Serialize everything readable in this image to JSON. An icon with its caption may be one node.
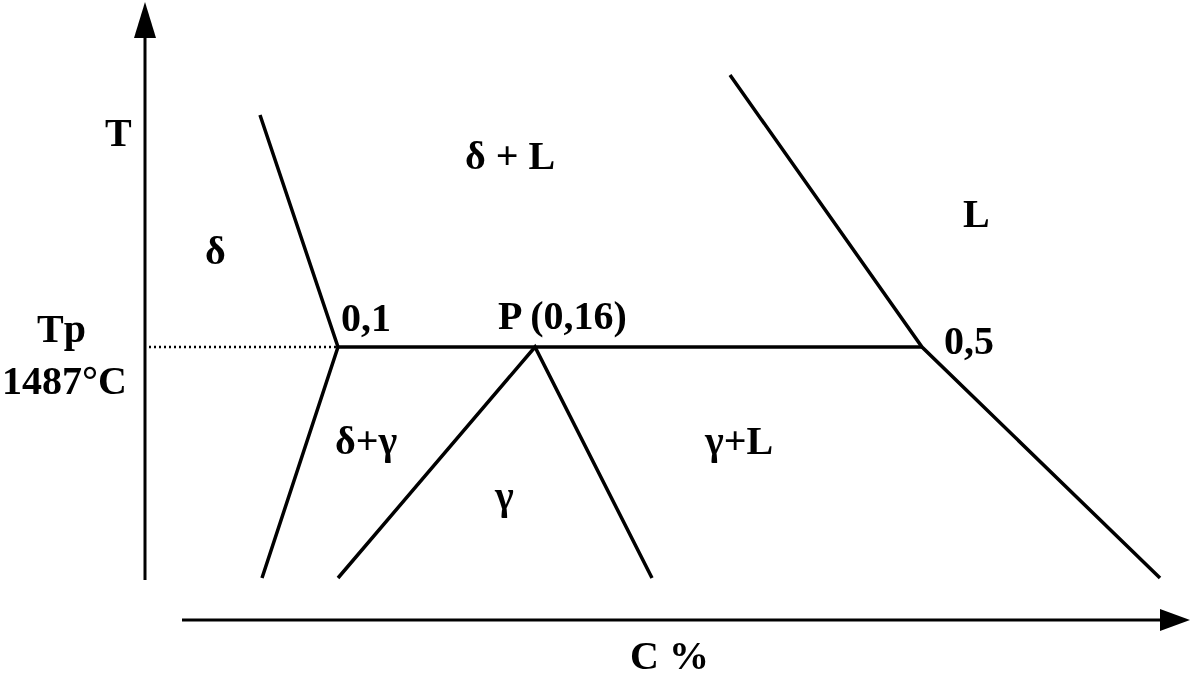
{
  "diagram": {
    "labels": [
      "T",
      "δ",
      "δ + L",
      "L",
      "Tp",
      "1487°C",
      "0,1",
      "P (0,16)",
      "0,5",
      "δ+γ",
      "γ",
      "γ+L",
      "C %"
    ]
  }
}
